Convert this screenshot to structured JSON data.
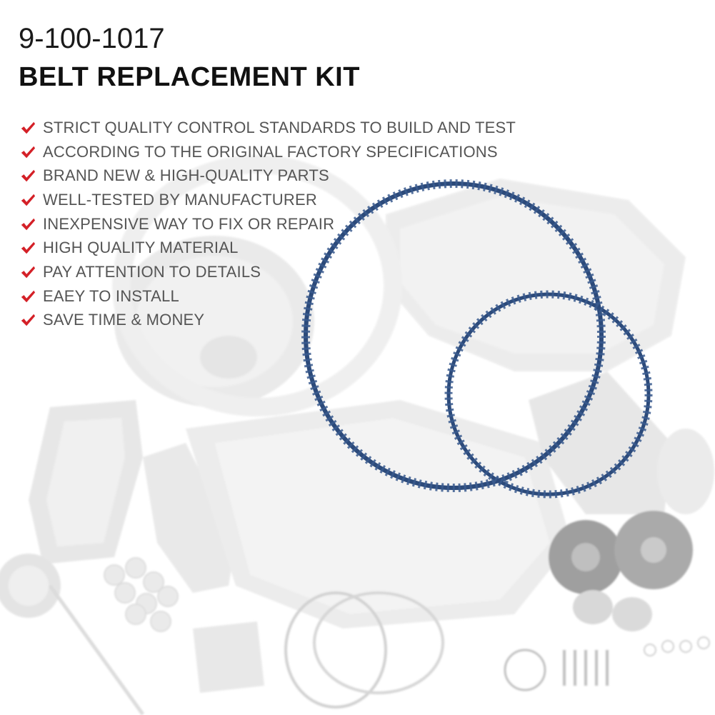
{
  "product": {
    "part_number": "9-100-1017",
    "title": "BELT REPLACEMENT KIT"
  },
  "features": [
    "STRICT QUALITY CONTROL STANDARDS TO BUILD AND TEST",
    "ACCORDING TO THE ORIGINAL FACTORY SPECIFICATIONS",
    "BRAND NEW & HIGH-QUALITY PARTS",
    "WELL-TESTED BY MANUFACTURER",
    "INEXPENSIVE WAY TO FIX OR REPAIR",
    "HIGH QUALITY MATERIAL",
    "PAY ATTENTION TO DETAILS",
    "EAEY TO INSTALL",
    "SAVE TIME & MONEY"
  ],
  "icons": {
    "bullet": "checkmark-icon"
  },
  "colors": {
    "checkmark": "#d42027",
    "belt": "#2c4a7a",
    "background_parts": "#e6e6e6"
  }
}
